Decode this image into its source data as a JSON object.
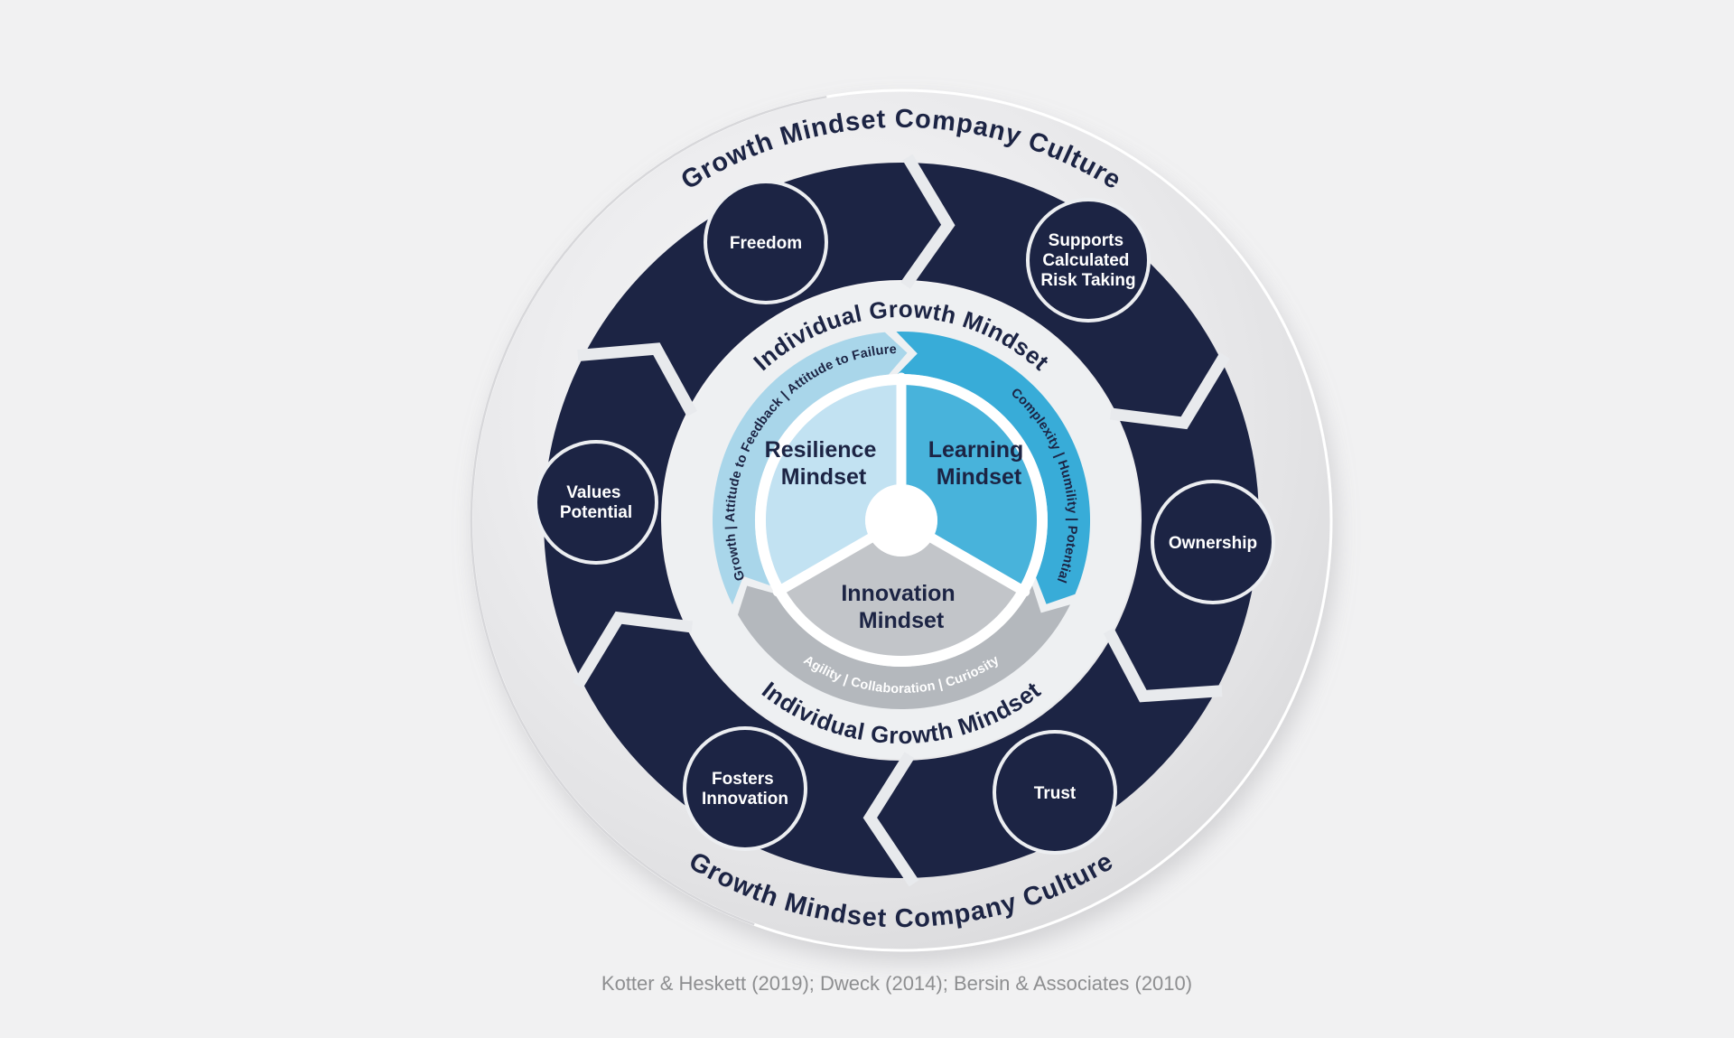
{
  "page": {
    "background_color": "#f1f1f2"
  },
  "diagram": {
    "outer_ring": {
      "top_label": "Growth Mindset Company Culture",
      "bottom_label": "Growth Mindset Company Culture"
    },
    "inner_ring": {
      "top_label": "Individual Growth Mindset",
      "bottom_label": "Individual Growth Mindset"
    },
    "culture_nodes": [
      {
        "id": "freedom",
        "label": "Freedom",
        "lines": [
          "Freedom"
        ]
      },
      {
        "id": "supports-calculated-risk-taking",
        "label": "Supports Calculated Risk Taking",
        "lines": [
          "Supports",
          "Calculated",
          "Risk Taking"
        ]
      },
      {
        "id": "ownership",
        "label": "Ownership",
        "lines": [
          "Ownership"
        ]
      },
      {
        "id": "trust",
        "label": "Trust",
        "lines": [
          "Trust"
        ]
      },
      {
        "id": "fosters-innovation",
        "label": "Fosters Innovation",
        "lines": [
          "Fosters",
          "Innovation"
        ]
      },
      {
        "id": "values-potential",
        "label": "Values Potential",
        "lines": [
          "Values",
          "Potential"
        ]
      }
    ],
    "mindsets": [
      {
        "name": "Resilience Mindset",
        "name_lines": [
          "Resilience",
          "Mindset"
        ],
        "attributes": "Growth | Attitude to Feedback | Attitude to Failure",
        "wedge_color": "#c2e2f2",
        "band_color": "#a9d6ea"
      },
      {
        "name": "Learning Mindset",
        "name_lines": [
          "Learning",
          "Mindset"
        ],
        "attributes": "Complexity | Humility | Potential",
        "wedge_color": "#48b3db",
        "band_color": "#38acd8"
      },
      {
        "name": "Innovation Mindset",
        "name_lines": [
          "Innovation",
          "Mindset"
        ],
        "attributes": "Agility | Collaboration | Curiosity",
        "wedge_color": "#c2c5c9",
        "band_color": "#b4b8bd"
      }
    ],
    "colors": {
      "navy": "#1c2444",
      "disc_gray": "#e9e9eb",
      "inner_zone": "#eef0f2",
      "white": "#ffffff"
    }
  },
  "caption": "Kotter & Heskett (2019); Dweck (2014); Bersin & Associates (2010)"
}
